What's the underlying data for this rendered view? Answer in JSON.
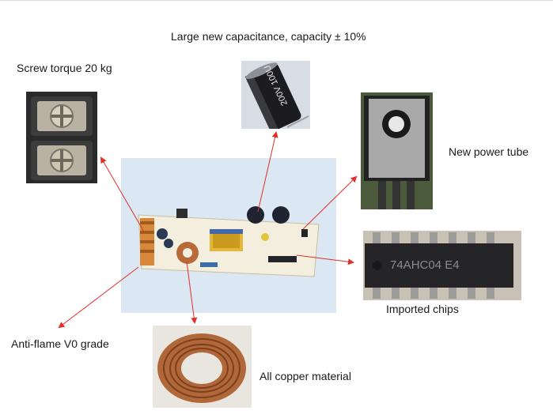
{
  "labels": {
    "capacitance": "Large new capacitance, capacity ± 10%",
    "screw": "Screw torque 20 kg",
    "power_tube": "New power tube",
    "chips": "Imported chips",
    "antiflame": "Anti-flame V0 grade",
    "copper": "All copper material"
  },
  "capacitor_print": "200V 100U",
  "chip_print": "74AHC04 E4",
  "colors": {
    "arrow": "#e0302a",
    "pcb_background": "#dbe7f2",
    "text": "#1a1a1a"
  }
}
